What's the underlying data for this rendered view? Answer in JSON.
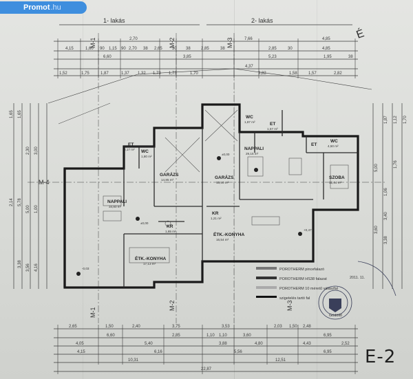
{
  "badge": {
    "brand": "Promot",
    "tld": ".hu"
  },
  "header": {
    "unit1": "1- lakás",
    "unit2": "2- lakás",
    "north": "É"
  },
  "axes": {
    "m1": "M-1",
    "m2": "M-2",
    "m3": "M-3",
    "m4": "M-4"
  },
  "sheet_no": "E-2",
  "rooms": {
    "garage1": {
      "name": "GARÁZS",
      "area": "14,85 m²"
    },
    "garage2": {
      "name": "GARÁZS",
      "area": "15,90 m²"
    },
    "living1": {
      "name": "NAPPALI",
      "area": "34,80 m²"
    },
    "living2": {
      "name": "NAPPALI",
      "area": "29,15 m²"
    },
    "dining1": {
      "name": "ÉTK.-KONYHA",
      "area": "17,13 m²"
    },
    "dining2": {
      "name": "ÉTK.-KONYHA",
      "area": "16,54 m²"
    },
    "room": {
      "name": "SZOBA",
      "area": "12,64 m²"
    },
    "et1": {
      "name": "ET",
      "area": "3,17 m²"
    },
    "wc1": {
      "name": "WC",
      "area": "1,80 m²"
    },
    "kr1": {
      "name": "KR",
      "area": "1,65 m²"
    },
    "kr2": {
      "name": "KR",
      "area": "1,21 m²"
    },
    "wc2": {
      "name": "WC",
      "area": "1,87 m²"
    },
    "et2": {
      "name": "ET",
      "area": "1,57 m²"
    },
    "wc3": {
      "name": "WC",
      "area": "4,50 m²"
    },
    "et3": {
      "name": "ET",
      "area": ""
    }
  },
  "levels": {
    "zero1": "±0,00",
    "zero2": "±0,00",
    "plus": "+0,47",
    "minus": "-0,03"
  },
  "legend": {
    "l1": "POROTHERM pincefalazó",
    "l2": "POROTHERM HS38 falazat",
    "l3": "POROTHERM 10 méretű válaszfal",
    "l4": "szigetelés tartó fal"
  },
  "stamp": {
    "date": "2011. 11.",
    "text": "Gödöllő"
  },
  "top_dims": {
    "row1": [
      "2,70",
      "7,66",
      "4,85"
    ],
    "row2": [
      "4,15",
      "1,60",
      "90",
      "1,15",
      "90",
      "2,70",
      "38",
      "2,65",
      "30",
      "38",
      "2,85",
      "38",
      "2,85",
      "30",
      "4,85"
    ],
    "row3": [
      "6,60",
      "3,85",
      "5,23",
      "1,95",
      "38"
    ],
    "row4": [
      "1,52",
      "1,75",
      "1,87",
      "1,37",
      "1,32",
      "1,73",
      "1,73",
      "1,70",
      "4,37",
      "3,82",
      "1,58",
      "1,57",
      "2,82"
    ]
  },
  "bottom_dims": {
    "row1": [
      "2,65",
      "1,50",
      "2,40",
      "3,75",
      "3,53",
      "2,03",
      "1,50",
      "2,48"
    ],
    "row2": [
      "6,60",
      "2,85",
      "1,10",
      "1,10",
      "3,60",
      "6,95"
    ],
    "row3": [
      "4,05",
      "5,40",
      "3,88",
      "4,80",
      "4,43",
      "2,52"
    ],
    "row4": [
      "4,15",
      "6,16",
      "5,56",
      "6,95"
    ],
    "row5": [
      "10,31",
      "12,51"
    ],
    "row6": [
      "22,87"
    ]
  },
  "left_dims": [
    "1,65",
    "1,65",
    "2,30",
    "3,00",
    "2,14",
    "5,78",
    "5,00",
    "1,00",
    "3,38",
    "3,56",
    "4,16"
  ],
  "right_dims": [
    "1,87",
    "1,12",
    "1,70",
    "5,00",
    "1,76",
    "3,60",
    "1,06",
    "3,40",
    "3,38"
  ]
}
